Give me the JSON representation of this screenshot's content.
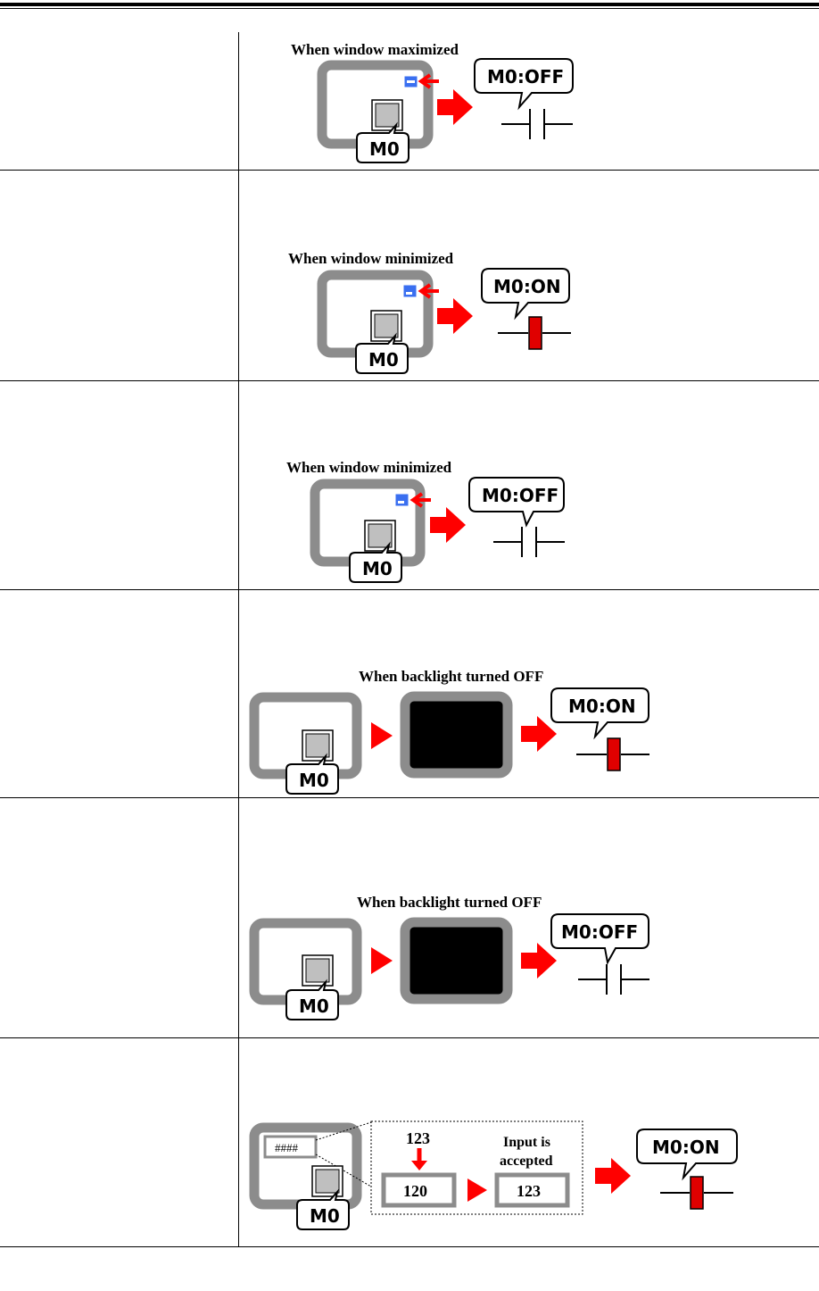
{
  "rows": [
    {
      "caption": "When window maximized",
      "bubble": "M0:OFF",
      "button_label": "M0"
    },
    {
      "caption": "When window minimized",
      "bubble": "M0:ON",
      "button_label": "M0"
    },
    {
      "caption": "When window minimized",
      "bubble": "M0:OFF",
      "button_label": "M0"
    },
    {
      "caption": "When backlight turned OFF",
      "bubble": "M0:ON",
      "button_label": "M0"
    },
    {
      "caption": "When backlight turned OFF",
      "bubble": "M0:OFF",
      "button_label": "M0"
    },
    {
      "caption": "",
      "bubble": "M0:ON",
      "button_label": "M0",
      "display_placeholder": "####",
      "input_value": "123",
      "old_value": "120",
      "new_value": "123",
      "accepted_line1": "Input is",
      "accepted_line2": "accepted"
    }
  ],
  "colors": {
    "frame": "#8c8c8c",
    "arrow": "#ff0000",
    "contact_on": "#e00000",
    "minimize_btn": "#3366ff"
  }
}
